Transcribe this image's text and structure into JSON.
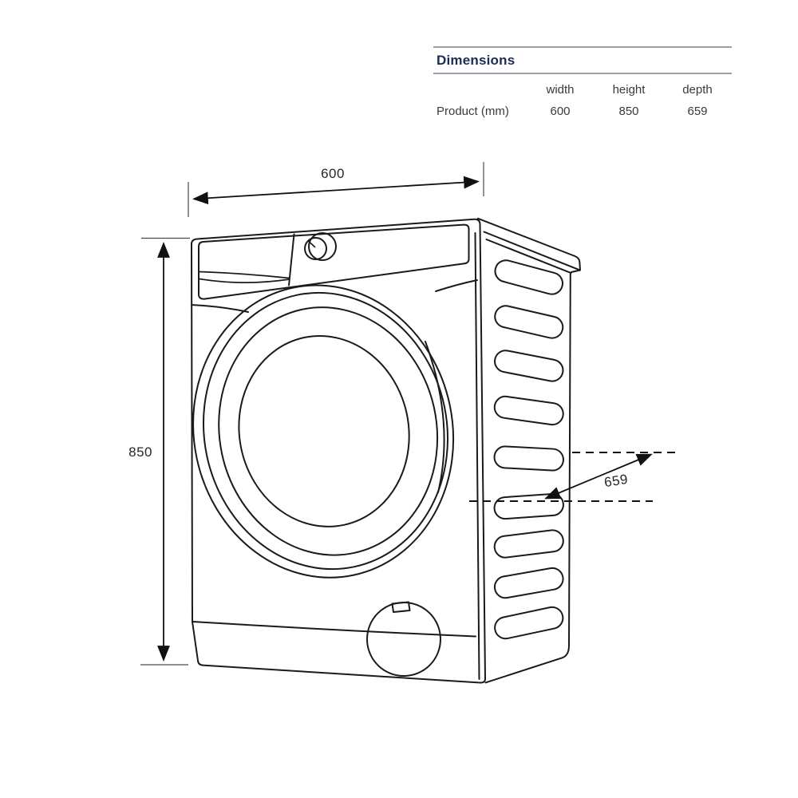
{
  "table": {
    "title": "Dimensions",
    "columns": [
      "width",
      "height",
      "depth"
    ],
    "row_label": "Product (mm)",
    "values": {
      "width": "600",
      "height": "850",
      "depth": "659"
    }
  },
  "drawing": {
    "width_label": "600",
    "height_label": "850",
    "depth_label": "659"
  },
  "colors": {
    "title_navy": "#1b2b57",
    "rule_gray": "#9b9fa6",
    "line_black": "#1a1a1a",
    "text_dark": "#3a3a3a",
    "background": "#ffffff"
  }
}
